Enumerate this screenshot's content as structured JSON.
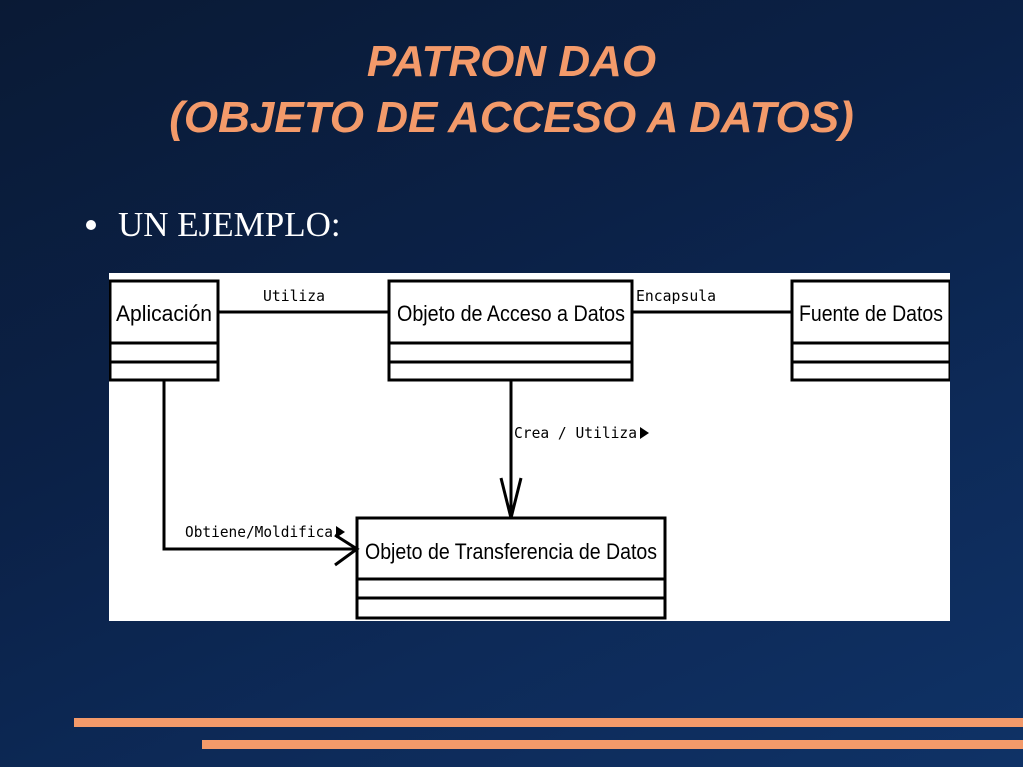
{
  "slide": {
    "title_line1": "PATRON DAO",
    "title_line2": "(OBJETO DE ACCESO A DATOS)",
    "bullet": "UN EJEMPLO:"
  },
  "diagram": {
    "classes": {
      "aplicacion": "Aplicación",
      "dao": "Objeto de Acceso a Datos",
      "fuente": "Fuente de Datos",
      "dto": "Objeto de Transferencia de Datos"
    },
    "associations": {
      "utiliza": "Utiliza",
      "encapsula": "Encapsula",
      "crea_utiliza": "Crea / Utiliza",
      "obtiene_modifica": "Obtiene/Moldifica"
    }
  },
  "colors": {
    "title": "#f39a6a",
    "background": "#0b2147",
    "stripe": "#f39a6a"
  }
}
